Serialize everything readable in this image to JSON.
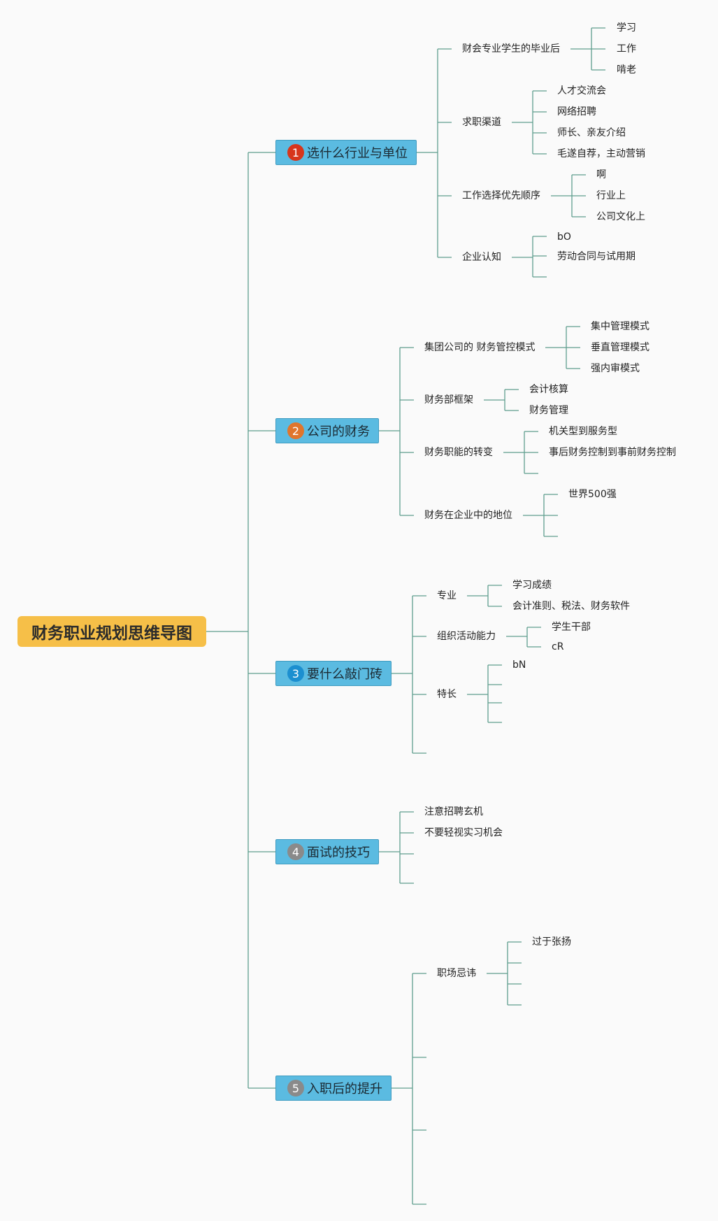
{
  "title": "财务职业规划思维导图",
  "colors": {
    "line": "#5f9e8e",
    "root_bg": "#f6bf48",
    "main_bg": "#5bbbe1"
  },
  "branches": [
    {
      "label": "选什么行业与单位",
      "badge": "1",
      "badge_color": "#d7361c",
      "subs": [
        {
          "label": "财会专业学生的毕业后",
          "leaves": [
            "学习",
            "工作",
            "啃老"
          ]
        },
        {
          "label": "求职渠道",
          "leaves": [
            "人才交流会",
            "网络招聘",
            "师长、亲友介绍",
            "毛遂自荐，主动营销"
          ]
        },
        {
          "label": "工作选择优先顺序",
          "leaves": [
            "啊",
            "行业上",
            "公司文化上"
          ]
        },
        {
          "label": "企业认知",
          "leaves": [
            "bO",
            "劳动合同与试用期",
            ""
          ]
        }
      ]
    },
    {
      "label": "公司的财务",
      "badge": "2",
      "badge_color": "#e0752c",
      "subs": [
        {
          "label": "集团公司的 财务管控模式",
          "leaves": [
            "集中管理模式",
            "垂直管理模式",
            "强内审模式"
          ]
        },
        {
          "label": "财务部框架",
          "leaves": [
            "会计核算",
            "财务管理"
          ]
        },
        {
          "label": "财务职能的转变",
          "leaves": [
            "机关型到服务型",
            "事后财务控制到事前财务控制",
            ""
          ]
        },
        {
          "label": "财务在企业中的地位",
          "leaves": [
            "世界500强",
            "",
            ""
          ]
        }
      ]
    },
    {
      "label": "要什么敲门砖",
      "badge": "3",
      "badge_color": "#1c8fd0",
      "subs": [
        {
          "label": "专业",
          "leaves": [
            "学习成绩",
            "会计准则、税法、财务软件"
          ]
        },
        {
          "label": "组织活动能力",
          "leaves": [
            "学生干部",
            "cR"
          ]
        },
        {
          "label": "特长",
          "leaves": [
            "bN",
            "",
            "",
            ""
          ]
        },
        {
          "label": "",
          "leaves": []
        }
      ]
    },
    {
      "label": "面试的技巧",
      "badge": "4",
      "badge_color": "#8a8a8a",
      "subs": [
        {
          "label": "注意招聘玄机",
          "leaves": []
        },
        {
          "label": "不要轻视实习机会",
          "leaves": []
        },
        {
          "label": "",
          "leaves": []
        },
        {
          "label": "",
          "leaves": []
        }
      ]
    },
    {
      "label": "入职后的提升",
      "badge": "5",
      "badge_color": "#8a8a8a",
      "subs": [
        {
          "label": "职场忌讳",
          "leaves": [
            "过于张扬",
            "",
            "",
            ""
          ]
        },
        {
          "label": "",
          "leaves": []
        },
        {
          "label": "",
          "leaves": []
        },
        {
          "label": "",
          "leaves": []
        }
      ]
    }
  ]
}
